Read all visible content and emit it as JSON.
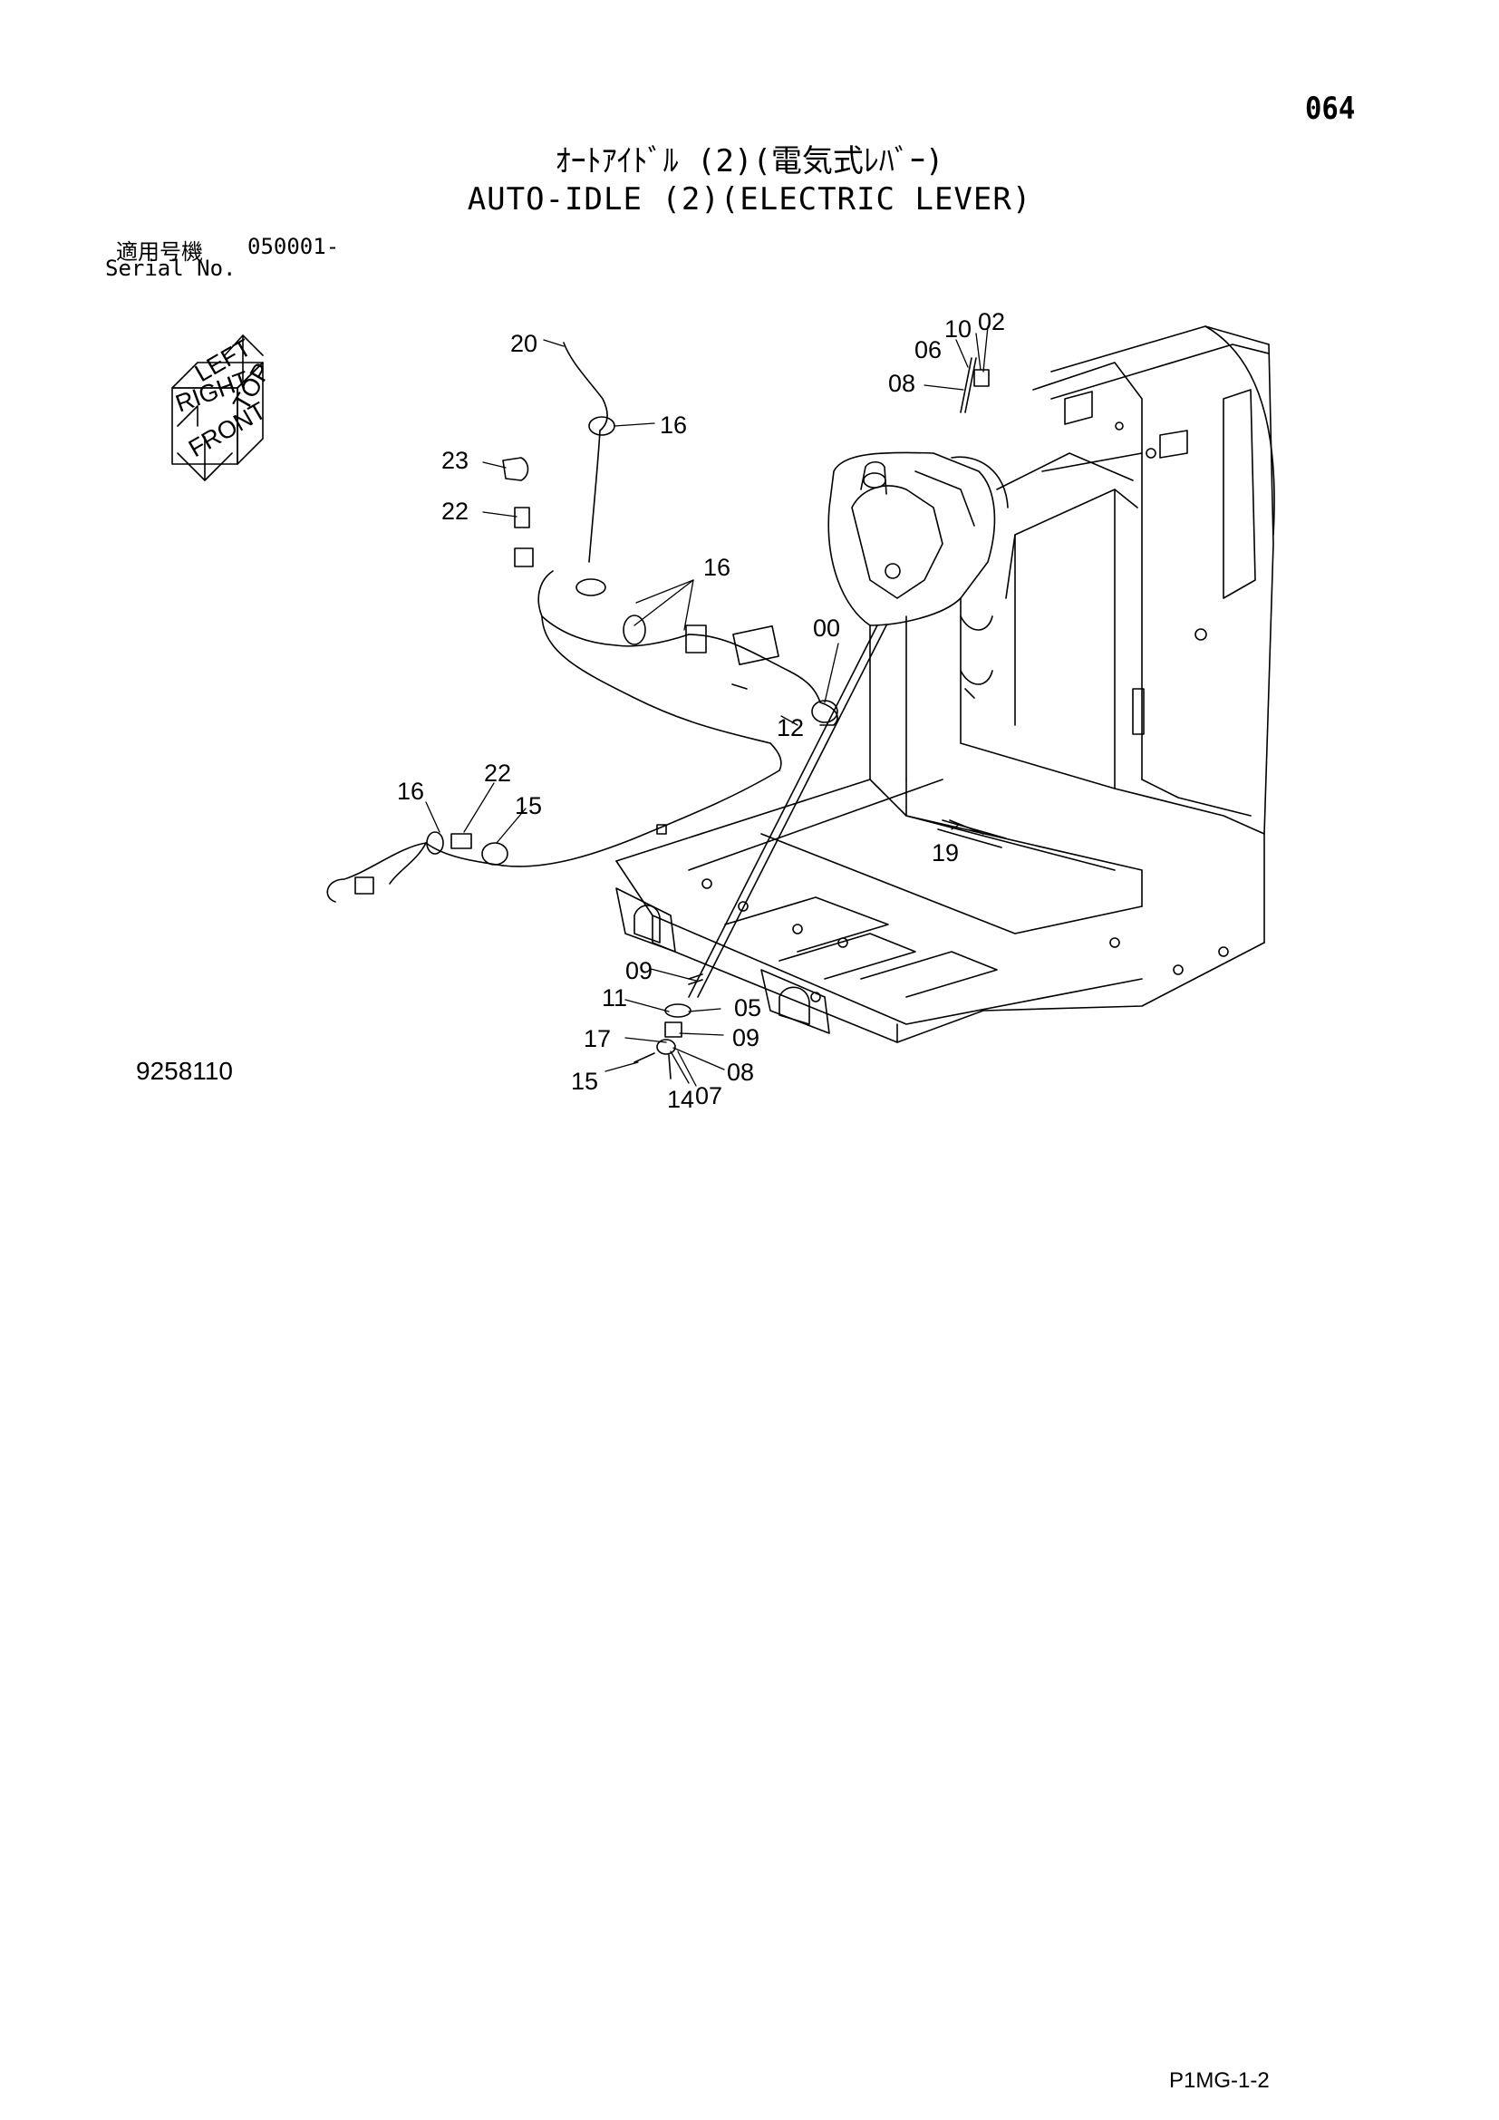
{
  "page": {
    "page_number": "064",
    "title_jp": "ｵｰﾄｱｲﾄﾞﾙ (2)(電気式ﾚﾊﾞｰ)",
    "title_en": "AUTO-IDLE (2)(ELECTRIC LEVER)",
    "serial_label_jp": "適用号機",
    "serial_value": "050001-",
    "serial_label_en": "Serial No.",
    "drawing_number": "9258110",
    "sheet_code": "P1MG-1-2"
  },
  "orientation_icon": {
    "labels": [
      "TOP",
      "RIGHT",
      "FRONT",
      "LEFT"
    ]
  },
  "callouts": {
    "c20": "20",
    "c16a": "16",
    "c23": "23",
    "c22a": "22",
    "c16b": "16",
    "c00": "00",
    "c12": "12",
    "c16c": "16",
    "c22b": "22",
    "c15a": "15",
    "c06": "06",
    "c10": "10",
    "c02": "02",
    "c08a": "08",
    "c19": "19",
    "c09a": "09",
    "c11": "11",
    "c05": "05",
    "c17": "17",
    "c09b": "09",
    "c15b": "15",
    "c08b": "08",
    "c14": "14",
    "c07": "07"
  }
}
